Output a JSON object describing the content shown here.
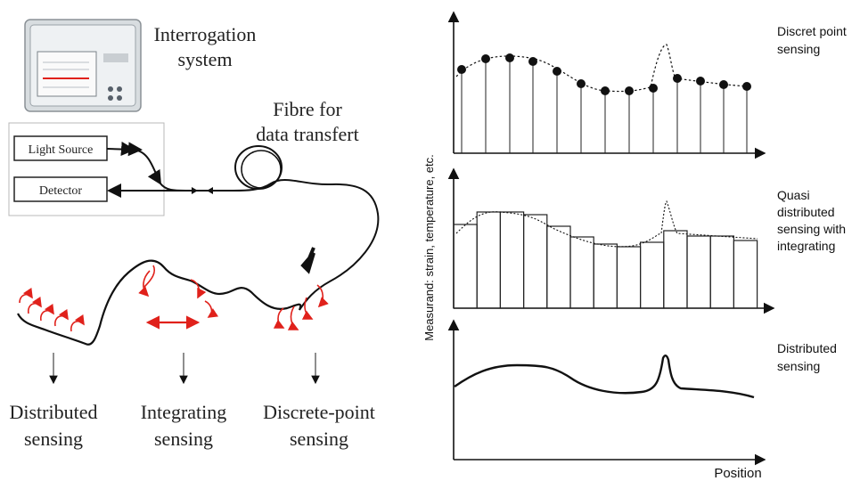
{
  "left_diagram": {
    "interrogation_title_line1": "Interrogation",
    "interrogation_title_line2": "system",
    "light_source_label": "Light Source",
    "detector_label": "Detector",
    "fibre_label_line1": "Fibre for",
    "fibre_label_line2": "data transfert",
    "sensing_types": [
      {
        "line1": "Distributed",
        "line2": "sensing"
      },
      {
        "line1": "Integrating",
        "line2": "sensing"
      },
      {
        "line1": "Discrete-point",
        "line2": "sensing"
      }
    ],
    "accent_color": "#e0211b"
  },
  "right_plots": {
    "y_axis_label": "Measurand: strain, temperature, etc.",
    "x_axis_label": "Position",
    "panels": [
      {
        "title_line1": "Discret point",
        "title_line2": "sensing"
      },
      {
        "title_line1": "Quasi",
        "title_line2": "distributed",
        "title_line3": "sensing with",
        "title_line4": "integrating"
      },
      {
        "title_line1": "Distributed",
        "title_line2": "sensing"
      }
    ]
  }
}
